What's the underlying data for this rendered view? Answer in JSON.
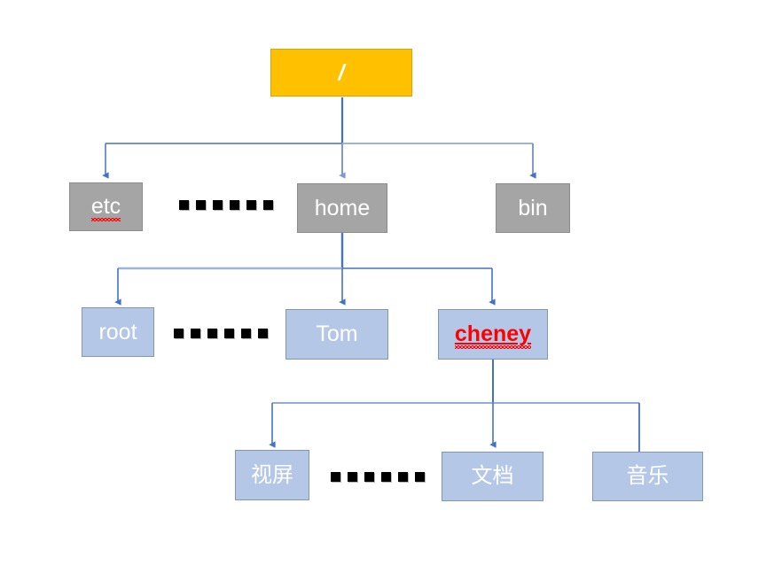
{
  "diagram": {
    "title": "Linux filesystem directory tree",
    "colors": {
      "root_fill": "#FFC000",
      "root_border": "#E3A100",
      "level2_fill": "#A5A5A5",
      "level2_border": "#8C8C8C",
      "level3_fill": "#B4C7E7",
      "level3_border": "#8497B0",
      "level4_fill": "#B4C7E7",
      "level4_border": "#8497B0",
      "connector": "#4472C4",
      "connector_light": "#9DB3DC",
      "dot": "#000000",
      "error_text": "#FF0000",
      "node_text": "#FFFFFF",
      "background": "#FFFFFF"
    },
    "nodes": {
      "root": {
        "label": "/",
        "level": 1
      },
      "etc": {
        "label": "etc",
        "level": 2,
        "misspelled": true
      },
      "home": {
        "label": "home",
        "level": 2,
        "misspelled": false
      },
      "bin": {
        "label": "bin",
        "level": 2,
        "misspelled": false
      },
      "rootuser": {
        "label": "root",
        "level": 3,
        "misspelled": false
      },
      "tom": {
        "label": "Tom",
        "level": 3,
        "misspelled": false
      },
      "cheney": {
        "label": "cheney",
        "level": 3,
        "misspelled": true,
        "highlighted": true
      },
      "video": {
        "label": "视屏",
        "level": 4,
        "misspelled": false
      },
      "docs": {
        "label": "文档",
        "level": 4,
        "misspelled": false
      },
      "music": {
        "label": "音乐",
        "level": 4,
        "misspelled": false
      }
    },
    "ellipses": [
      {
        "name": "ellipsis-level2",
        "dot_count": 6
      },
      {
        "name": "ellipsis-level3",
        "dot_count": 6
      },
      {
        "name": "ellipsis-level4",
        "dot_count": 6
      }
    ],
    "edges": [
      {
        "from": "/",
        "to": "etc"
      },
      {
        "from": "/",
        "to": "home"
      },
      {
        "from": "/",
        "to": "bin"
      },
      {
        "from": "home",
        "to": "root"
      },
      {
        "from": "home",
        "to": "Tom"
      },
      {
        "from": "home",
        "to": "cheney"
      },
      {
        "from": "cheney",
        "to": "视屏"
      },
      {
        "from": "cheney",
        "to": "文档"
      },
      {
        "from": "cheney",
        "to": "音乐"
      }
    ]
  }
}
